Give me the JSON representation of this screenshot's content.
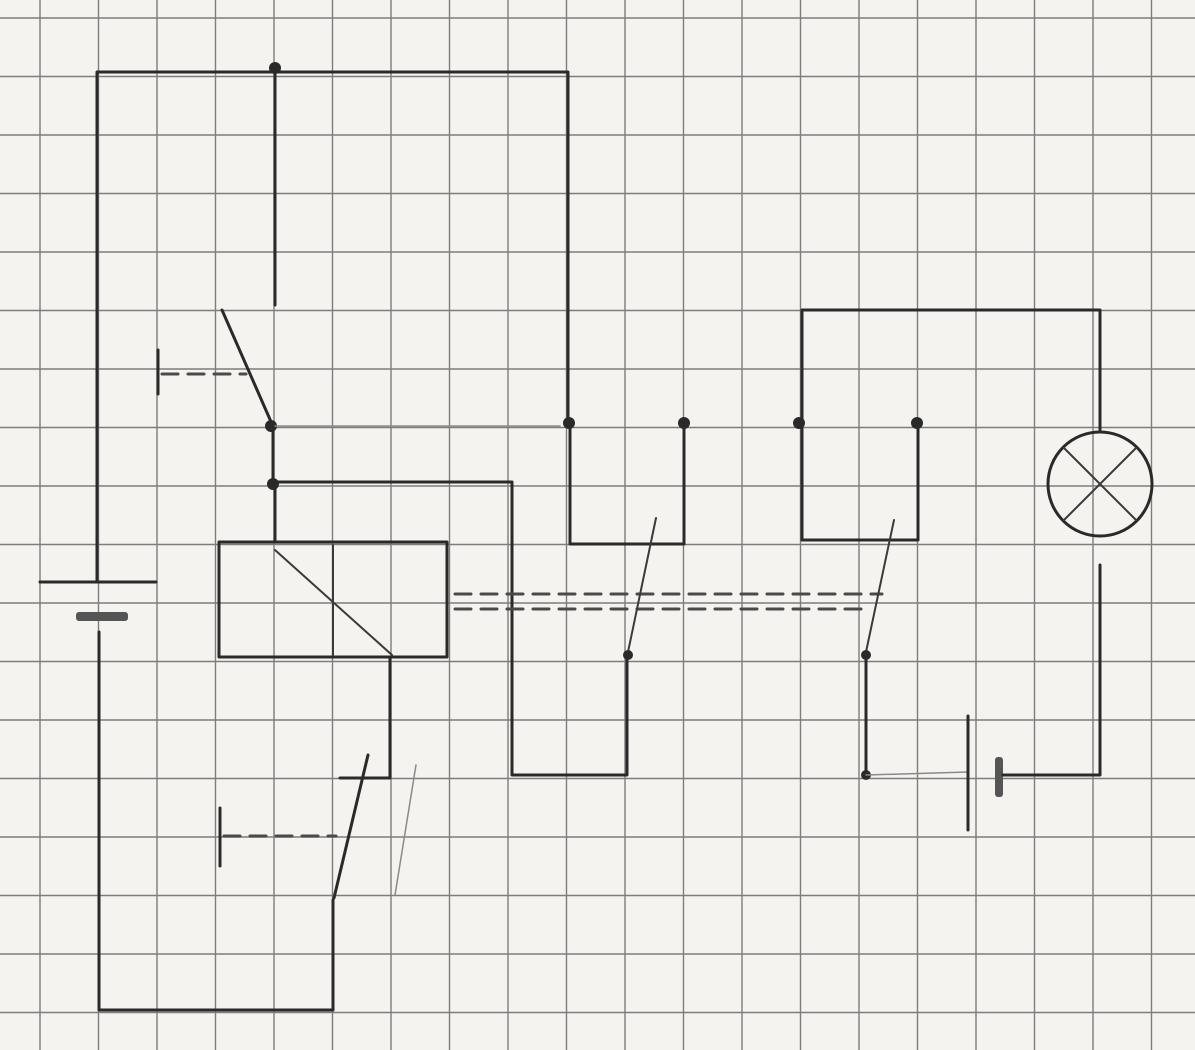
{
  "diagram": {
    "kind": "hand-drawn relay circuit schematic on graph paper",
    "colors": {
      "paper": "#f4f3ef",
      "grid": "#7d7d7d",
      "pencil": "#2a2a2a"
    },
    "components": [
      {
        "id": "battery-left",
        "type": "battery"
      },
      {
        "id": "push-switch-top",
        "type": "push-button-switch"
      },
      {
        "id": "relay-coil",
        "type": "relay-coil"
      },
      {
        "id": "push-switch-bottom",
        "type": "push-button-switch"
      },
      {
        "id": "relay-contact-left",
        "type": "relay-contact"
      },
      {
        "id": "relay-contact-right",
        "type": "relay-contact"
      },
      {
        "id": "battery-right",
        "type": "battery"
      },
      {
        "id": "lamp",
        "type": "lamp"
      }
    ]
  }
}
